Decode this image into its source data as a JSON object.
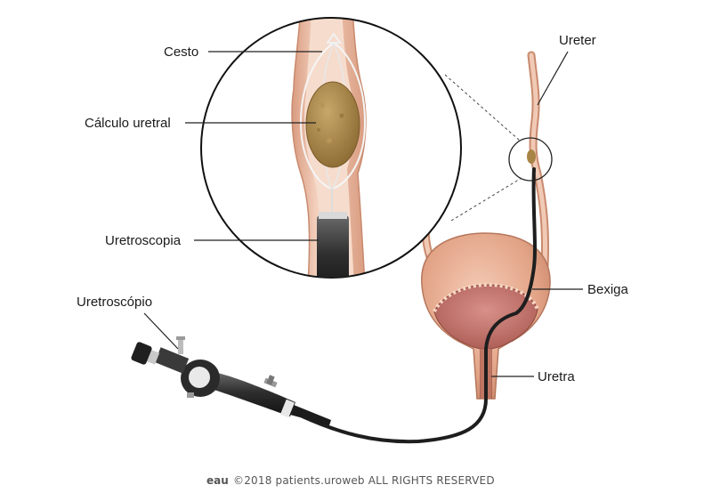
{
  "labels": {
    "cesto": "Cesto",
    "calculo": "Cálculo uretral",
    "uretroscopia": "Uretroscopia",
    "uretroscopio": "Uretroscópio",
    "ureter": "Ureter",
    "bexiga": "Bexiga",
    "uretra": "Uretra"
  },
  "footer": {
    "logo": "eau",
    "copyright": "©2018 patients.uroweb ALL RIGHTS RESERVED"
  },
  "colors": {
    "tissue": "#e8b69a",
    "tissue_dark": "#c98a6e",
    "stone": "#a88545",
    "scope": "#2b2b2b"
  }
}
